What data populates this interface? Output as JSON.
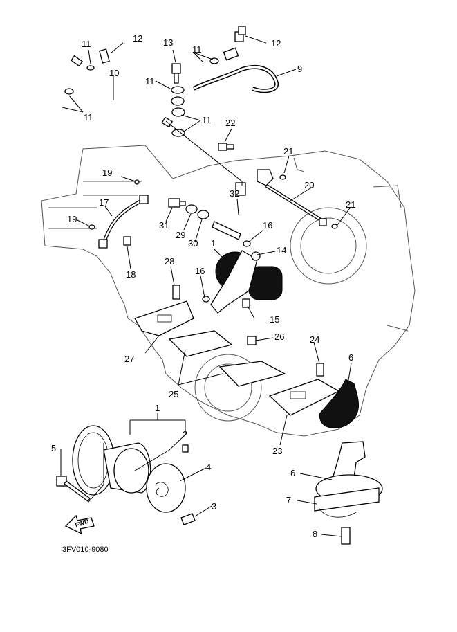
{
  "diagram": {
    "code": "3FV010-9080",
    "fwd_label": "FWD",
    "callouts": {
      "c1a": "1",
      "c1b": "1",
      "c2": "2",
      "c3": "3",
      "c4": "4",
      "c5": "5",
      "c6a": "6",
      "c6b": "6",
      "c7": "7",
      "c8": "8",
      "c9": "9",
      "c10": "10",
      "c11a": "11",
      "c11b": "11",
      "c11c": "11",
      "c11d": "11",
      "c11e": "11",
      "c12a": "12",
      "c12b": "12",
      "c13": "13",
      "c14": "14",
      "c15": "15",
      "c16a": "16",
      "c16b": "16",
      "c17": "17",
      "c18": "18",
      "c19a": "19",
      "c19b": "19",
      "c20": "20",
      "c21a": "21",
      "c21b": "21",
      "c22": "22",
      "c23": "23",
      "c24": "24",
      "c25": "25",
      "c26": "26",
      "c27": "27",
      "c28": "28",
      "c29": "29",
      "c30": "30",
      "c31": "31",
      "c32": "32"
    }
  }
}
